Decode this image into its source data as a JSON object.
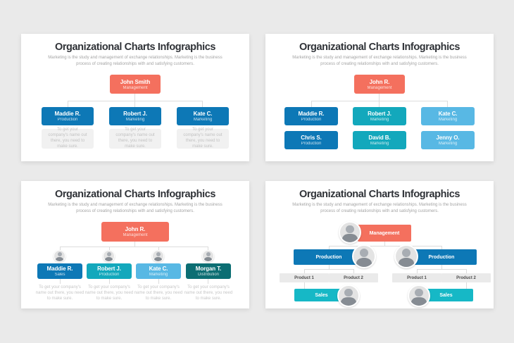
{
  "palette": {
    "page_background": "#EAEAEA",
    "slide_background": "#FFFFFF",
    "coral": "#F4705E",
    "blue": "#0D78B6",
    "teal": "#13A8BC",
    "light_blue": "#58B8E4",
    "dark_teal": "#0C6E73",
    "bright_teal": "#16B8C6",
    "note_card_gray": "#F1F1F1",
    "product_box_gray": "#EAEAEA",
    "connector_gray": "#DCDCDC"
  },
  "common": {
    "title": "Organizational Charts Infographics",
    "subtitle": "Marketing is the study and management of exchange relationships. Marketing is the business process of creating relationships with and satisfying customers.",
    "note": "To get your company's name out there, you need to make sure."
  },
  "slide1": {
    "root": {
      "name": "John Smith",
      "role": "Management"
    },
    "members": [
      {
        "name": "Maddie R.",
        "role": "Production"
      },
      {
        "name": "Robert J.",
        "role": "Marketing"
      },
      {
        "name": "Kate C.",
        "role": "Marketing"
      }
    ]
  },
  "slide2": {
    "root": {
      "name": "John R.",
      "role": "Management"
    },
    "row1": [
      {
        "name": "Maddie R.",
        "role": "Production"
      },
      {
        "name": "Robert J.",
        "role": "Marketing"
      },
      {
        "name": "Kate C.",
        "role": "Marketing"
      }
    ],
    "row2": [
      {
        "name": "Chris S.",
        "role": "Production"
      },
      {
        "name": "David B.",
        "role": "Marketing"
      },
      {
        "name": "Jenny O.",
        "role": "Marketing"
      }
    ]
  },
  "slide3": {
    "root": {
      "name": "John R.",
      "role": "Management"
    },
    "members": [
      {
        "name": "Maddie R.",
        "role": "Sales"
      },
      {
        "name": "Robert J.",
        "role": "Production"
      },
      {
        "name": "Kate C.",
        "role": "Marketing"
      },
      {
        "name": "Morgan T.",
        "role": "Distribution"
      }
    ]
  },
  "slide4": {
    "root_label": "Management",
    "groups": [
      {
        "manager_label": "Production",
        "products": [
          "Product 1",
          "Product 2"
        ],
        "team_label": "Sales"
      },
      {
        "manager_label": "Production",
        "products": [
          "Product 1",
          "Product 2"
        ],
        "team_label": "Sales"
      }
    ]
  }
}
